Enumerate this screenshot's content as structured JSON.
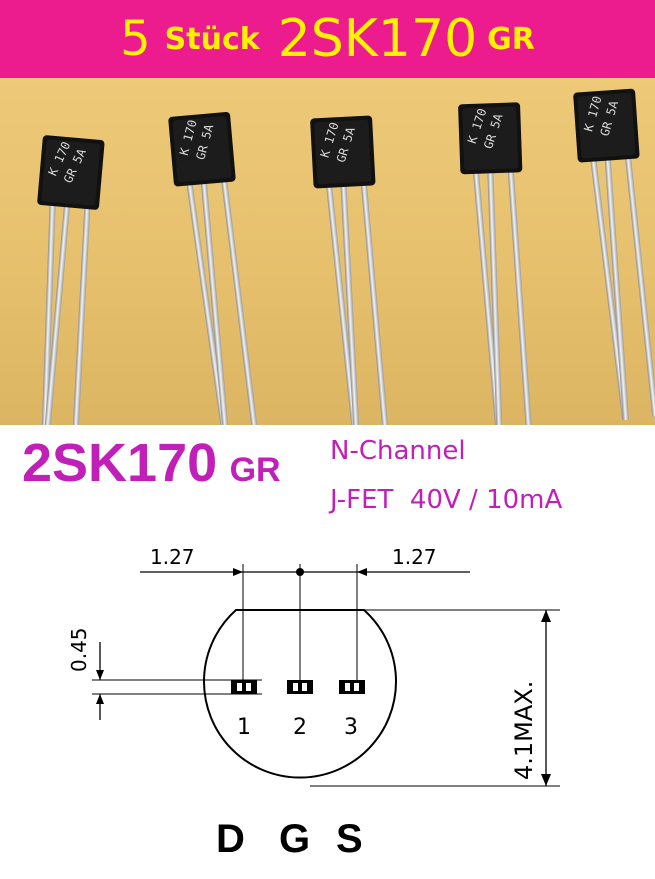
{
  "banner": {
    "quantity": "5",
    "word": "Stück",
    "part": "2SK170",
    "grade": "GR",
    "bg_color": "#ec1c8e",
    "text_color": "#fff200"
  },
  "photo": {
    "package_marking": [
      "K 170",
      "GR 5A"
    ],
    "transistor_count": 5
  },
  "product": {
    "part": "2SK170",
    "grade": "GR",
    "spec_line1": "N-Channel",
    "spec_line2": "J-FET  40V / 10mA",
    "color": "#c020b8"
  },
  "drawing": {
    "pitch_left": "1.27",
    "pitch_right": "1.27",
    "lead_width": "0.45",
    "body_height": "4.1MAX.",
    "pin_numbers": [
      "1",
      "2",
      "3"
    ],
    "pin_labels": [
      "D",
      "G",
      "S"
    ]
  }
}
